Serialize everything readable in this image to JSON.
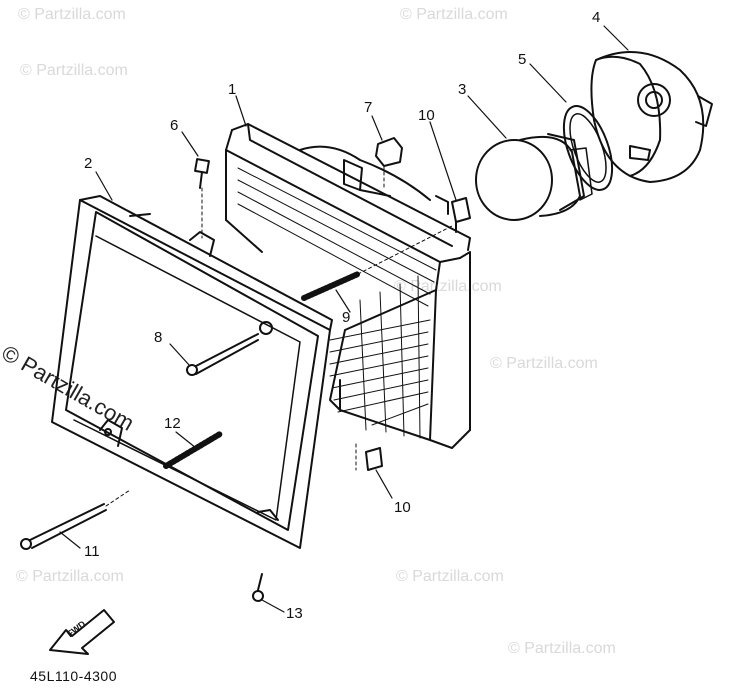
{
  "watermark": {
    "text": "© Partzilla.com"
  },
  "callouts": [
    {
      "id": "1",
      "label": "1"
    },
    {
      "id": "2",
      "label": "2"
    },
    {
      "id": "3",
      "label": "3"
    },
    {
      "id": "4",
      "label": "4"
    },
    {
      "id": "5",
      "label": "5"
    },
    {
      "id": "6",
      "label": "6"
    },
    {
      "id": "7",
      "label": "7"
    },
    {
      "id": "8",
      "label": "8"
    },
    {
      "id": "9",
      "label": "9"
    },
    {
      "id": "10a",
      "label": "10"
    },
    {
      "id": "10b",
      "label": "10"
    },
    {
      "id": "11",
      "label": "11"
    },
    {
      "id": "12",
      "label": "12"
    },
    {
      "id": "13",
      "label": "13"
    }
  ],
  "fwd_label": "FWD",
  "diagram_code": "45L110-4300"
}
